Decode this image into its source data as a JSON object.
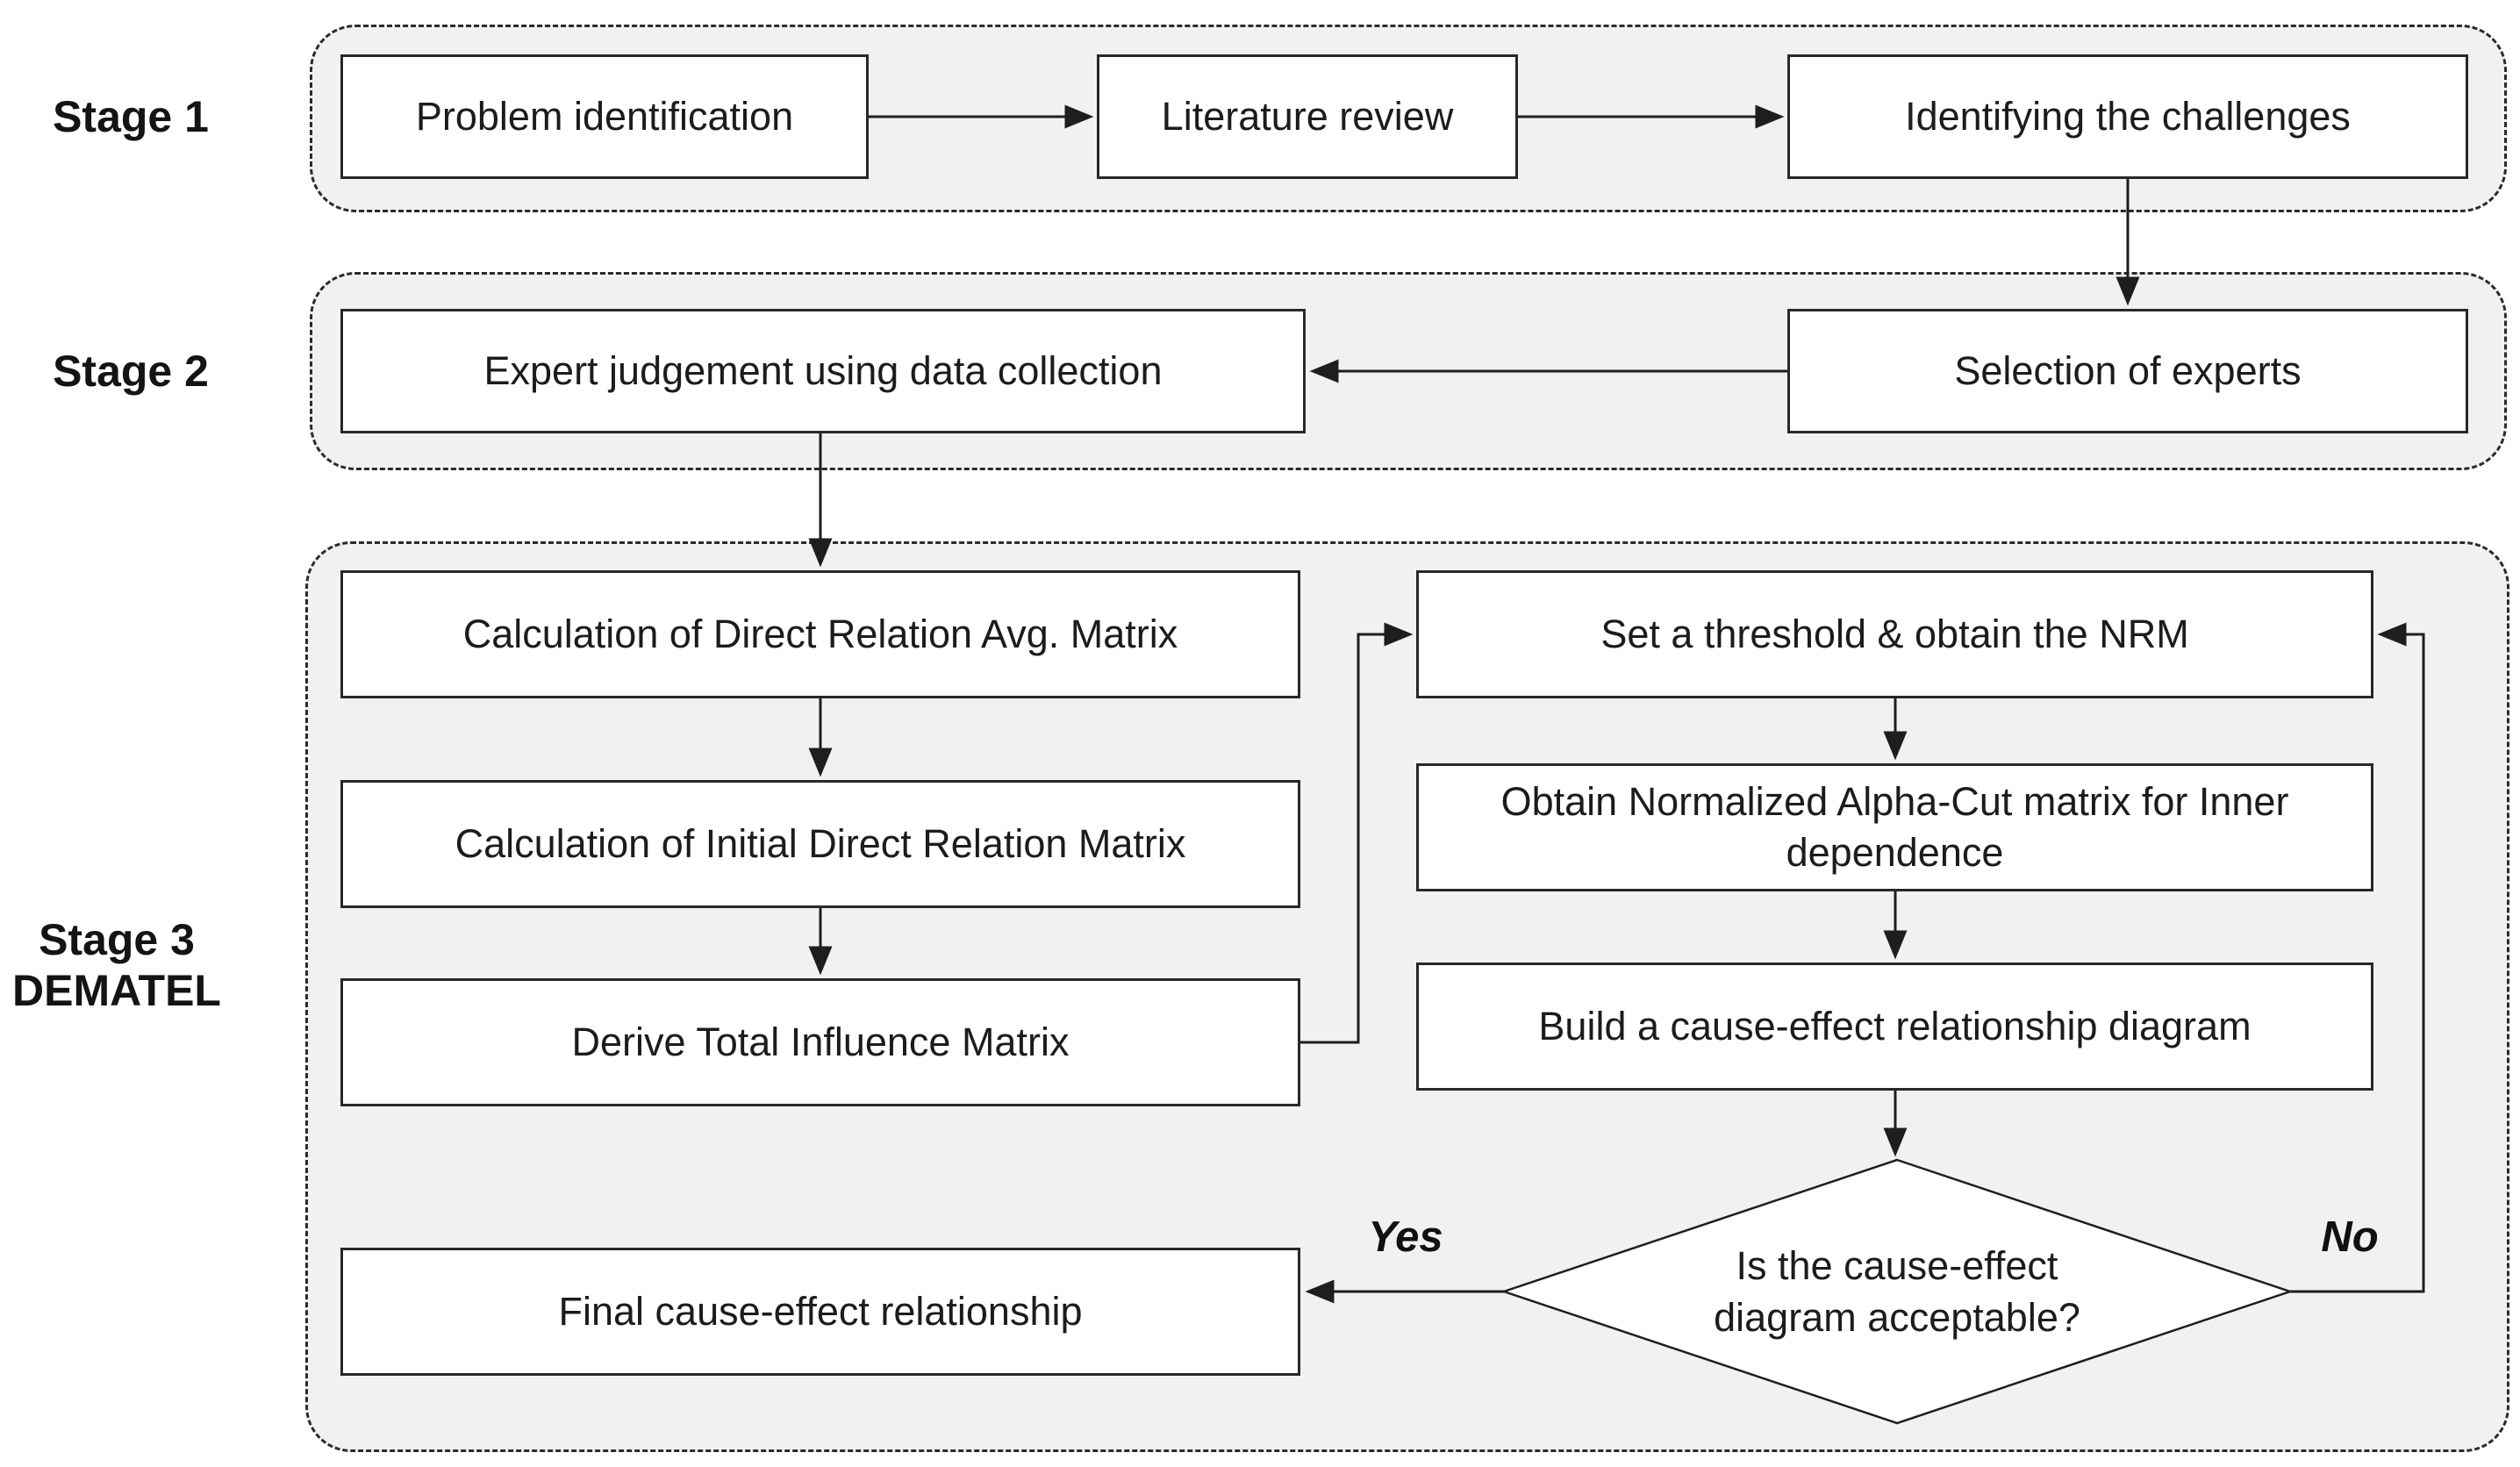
{
  "stage1": {
    "label": "Stage 1",
    "boxes": {
      "problem": "Problem identification",
      "literature": "Literature review",
      "challenges": "Identifying the challenges"
    }
  },
  "stage2": {
    "label": "Stage 2",
    "boxes": {
      "expert": "Expert judgement using data collection",
      "selection": "Selection of experts"
    }
  },
  "stage3": {
    "label_line1": "Stage 3",
    "label_line2": "DEMATEL",
    "boxes": {
      "calc_avg": "Calculation of Direct Relation Avg. Matrix",
      "calc_initial": "Calculation of Initial Direct Relation Matrix",
      "derive_total": "Derive Total Influence Matrix",
      "final": "Final cause-effect relationship",
      "set_threshold": "Set a threshold & obtain the NRM",
      "obtain_alpha": "Obtain Normalized Alpha-Cut matrix for Inner dependence",
      "build_diagram": "Build a cause-effect relationship diagram"
    },
    "decision": {
      "line1": "Is the cause-effect",
      "line2": "diagram acceptable?"
    },
    "edge_labels": {
      "yes": "Yes",
      "no": "No"
    }
  },
  "colors": {
    "container_fill": "#f1f1f1",
    "line": "#1e1e1e",
    "box_border": "#282828",
    "background": "#ffffff"
  }
}
